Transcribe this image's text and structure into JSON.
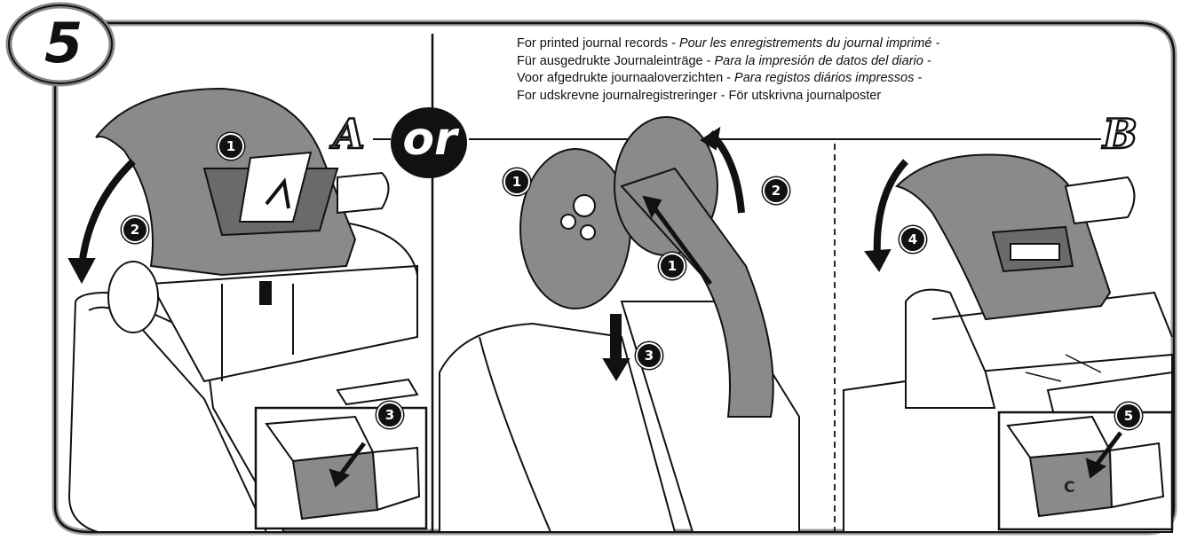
{
  "step_number": "5",
  "instructions": [
    {
      "normal": "For printed journal records - ",
      "italic": "Pour les enregistrements du journal imprimé -"
    },
    {
      "normal": "Für ausgedrukte Journaleinträge - ",
      "italic": "Para la impresión de datos del diario -"
    },
    {
      "normal": "Voor afgedrukte journaaloverzichten - ",
      "italic": "Para registos diários impressos -"
    },
    {
      "normal": "For udskrevne journalregistreringer - För utskrivna journalposter",
      "italic": ""
    }
  ],
  "option_a": "A",
  "or_label": "or",
  "option_b": "B",
  "callouts": {
    "a1": "1",
    "a2": "2",
    "a3": "3",
    "mid1": "1",
    "mid2": "2",
    "mid1b": "1",
    "mid3": "3",
    "b4": "4",
    "b5": "5"
  },
  "key_label": "C",
  "colors": {
    "cover": "#8a8a8a",
    "ink": "#111111",
    "paper": "#ffffff",
    "frame_shadow": "#9a9a9a"
  }
}
